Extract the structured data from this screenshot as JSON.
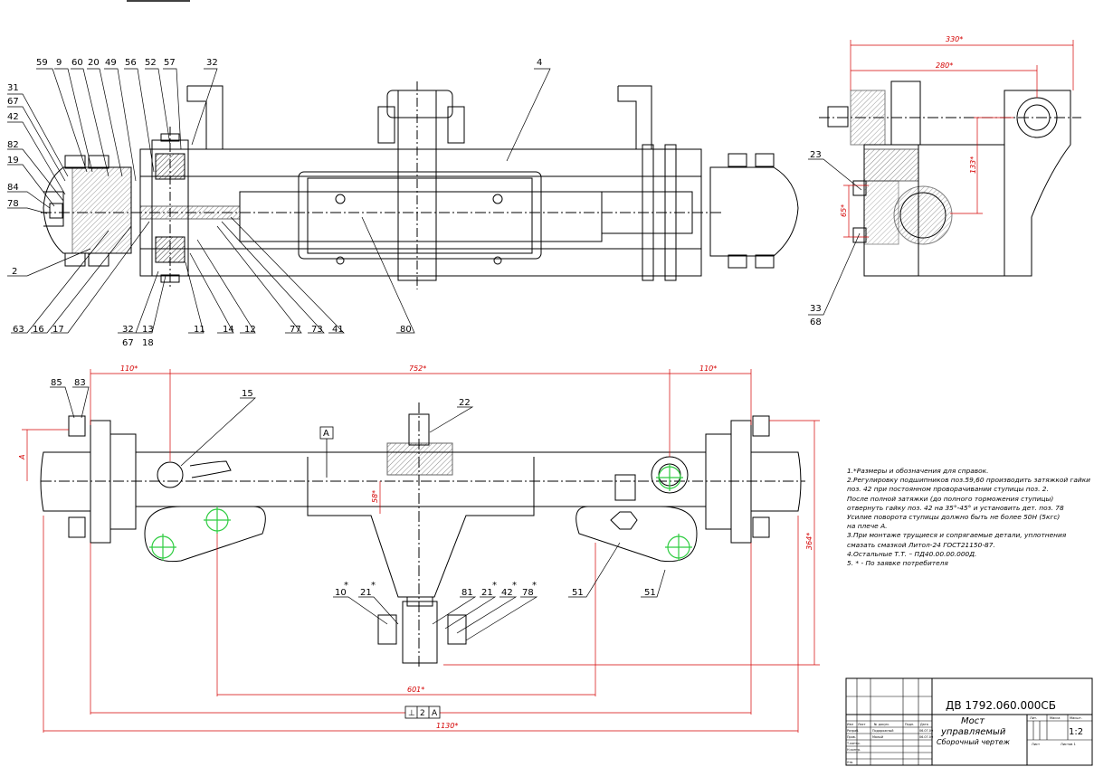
{
  "views": {
    "top_view": {
      "callouts": [
        "59",
        "9",
        "60",
        "20",
        "49",
        "56",
        "52",
        "57",
        "32",
        "4",
        "31",
        "67",
        "42",
        "82",
        "19",
        "84",
        "78",
        "2",
        "63",
        "16",
        "17",
        "32",
        "67",
        "13",
        "18",
        "11",
        "14",
        "12",
        "77",
        "73",
        "41",
        "80"
      ]
    },
    "side_view": {
      "callouts": [
        "23",
        "33",
        "68"
      ],
      "dimensions": [
        "330*",
        "280*",
        "133*",
        "65*"
      ]
    },
    "front_view": {
      "callouts": [
        "85",
        "83",
        "15",
        "22",
        "10",
        "21",
        "81",
        "21",
        "42",
        "78",
        "51",
        "51"
      ],
      "asterisks": [
        "*",
        "*",
        "*",
        "*",
        "*"
      ],
      "dimensions": [
        "110*",
        "752*",
        "110*",
        "58*",
        "364*",
        "601*",
        "1130*",
        "A"
      ],
      "section_mark": "A",
      "tolerance_frame": [
        "⊥",
        "2",
        "A"
      ]
    }
  },
  "notes": [
    "1.*Размеры и обозначения для справок.",
    "2.Регулировку подшипников поз.59,60 производить затяжкой гайки",
    "   поз. 42 при постоянном проворачивании ступицы поз. 2.",
    "   После полной затяжки (до полного торможения ступицы)",
    "   отвернуть гайку поз. 42 на 35°-45° и установить дет. поз. 78",
    "   Усилие поворота ступицы должно быть не более 50Н (5кгс)",
    "   на плече А.",
    "3.При монтаже трущиеся и сопрягаемые детали, уплотнения",
    "   смазать смазкой Литол-24 ГОСТ21150-87.",
    "4.Остальные Т.Т. – ПД40.00.00.000Д.",
    "5. * - По заявке потребителя"
  ],
  "title_block": {
    "designation": "ДВ 1792.060.000СБ",
    "name_line1": "Мост",
    "name_line2": "управляемый",
    "name_line3": "Сборочный чертеж",
    "scale": "1:2",
    "scale_header": "Масшт.",
    "mass_header": "Масса",
    "lit_header": "Лит.",
    "sheet_label": "Лист",
    "sheets_label": "Листов 1",
    "roles": [
      "Разраб.",
      "Пров.",
      "Т.контр.",
      "Н.контр.",
      "Утв."
    ],
    "names": [
      "Подорожный",
      "Малый"
    ],
    "dates": [
      "06.07.09",
      "06.07.09"
    ],
    "headers": [
      "Изм",
      "Лист",
      "№ докум.",
      "Подп.",
      "Дата"
    ]
  },
  "colors": {
    "line": "#000000",
    "dimension": "#d40000",
    "center": "#2ecc40",
    "highlight": "#ffff66"
  }
}
